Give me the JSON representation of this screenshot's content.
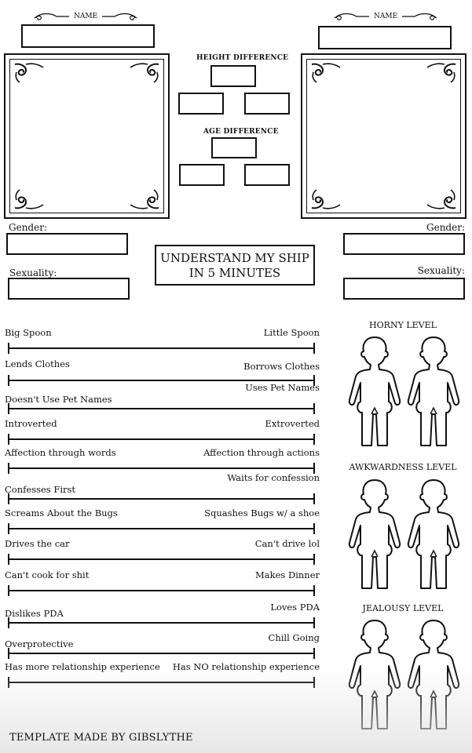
{
  "left_person": {
    "name_label": "NAME",
    "gender_label": "Gender:",
    "sexuality_label": "Sexuality:"
  },
  "right_person": {
    "name_label": "NAME",
    "gender_label": "Gender:",
    "sexuality_label": "Sexuality:"
  },
  "center": {
    "height_difference_label": "HEIGHT DIFFERENCE",
    "age_difference_label": "AGE DIFFERENCE",
    "title_line1": "UNDERSTAND MY SHIP",
    "title_line2": "IN 5 MINUTES"
  },
  "scales": [
    {
      "left": "Big Spoon",
      "right": "Little Spoon"
    },
    {
      "left": "Lends Clothes",
      "right": "Borrows Clothes"
    },
    {
      "left": "Doesn't Use Pet Names",
      "right": "Uses Pet Names"
    },
    {
      "left": "Introverted",
      "right": "Extroverted"
    },
    {
      "left": "Affection through words",
      "right": "Affection through actions"
    },
    {
      "left": "Confesses First",
      "right": "Waits for confession"
    },
    {
      "left": "Screams About the Bugs",
      "right": "Squashes Bugs w/ a shoe"
    },
    {
      "left": "Drives the car",
      "right": "Can't drive lol"
    },
    {
      "left": "Can't cook for shit",
      "right": "Makes Dinner"
    },
    {
      "left": "Dislikes PDA",
      "right": "Loves PDA"
    },
    {
      "left": "Overprotective",
      "right": "Chill Going"
    },
    {
      "left": "Has more relationship experience",
      "right": "Has NO relationship experience"
    }
  ],
  "levels": [
    {
      "title": "HORNY LEVEL"
    },
    {
      "title": "AWKWARDNESS LEVEL"
    },
    {
      "title": "JEALOUSY LEVEL"
    }
  ],
  "footer": "TEMPLATE MADE BY GIBSLYTHE"
}
